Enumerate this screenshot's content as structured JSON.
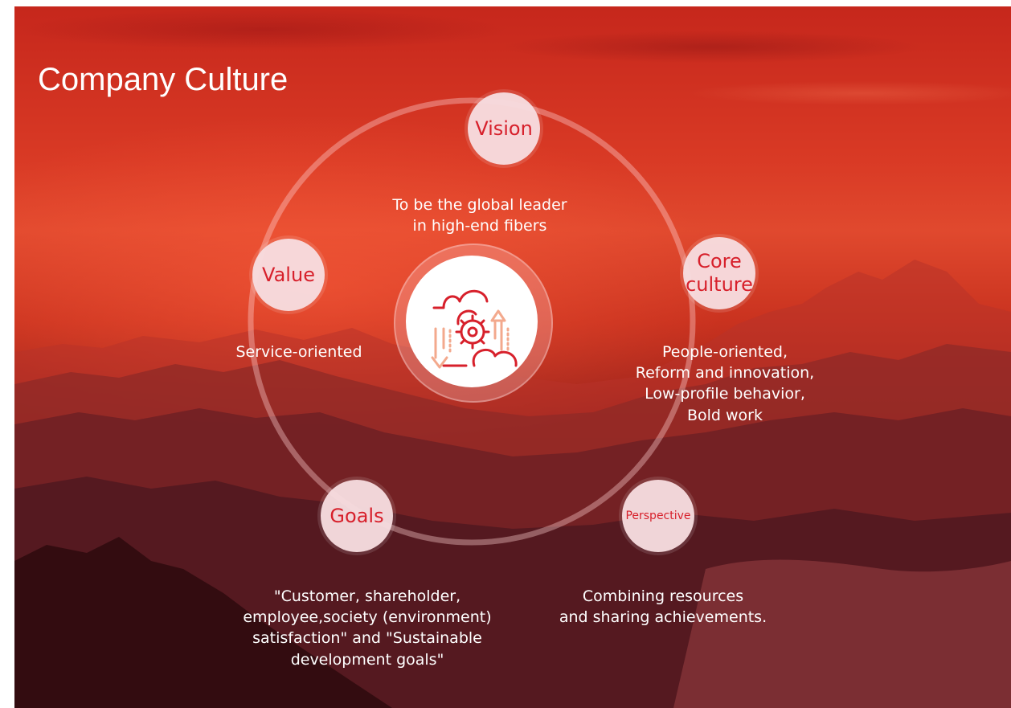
{
  "title": "Company Culture",
  "center": {
    "icon": "gear-cloud-arrows-icon"
  },
  "nodes": {
    "vision": {
      "label": "Vision",
      "text": "To be the global leader\nin high-end fibers"
    },
    "core": {
      "label": "Core\nculture",
      "text": "People-oriented,\nReform and innovation,\nLow-profile behavior,\nBold work"
    },
    "perspective": {
      "label": "Perspective",
      "text": "Combining resources\nand sharing achievements."
    },
    "goals": {
      "label": "Goals",
      "text": "\"Customer, shareholder,\nemployee,society (environment)\nsatisfaction\" and \"Sustainable\ndevelopment goals\""
    },
    "value": {
      "label": "Value",
      "text": "Service-oriented"
    }
  },
  "colors": {
    "accent": "#d7202b",
    "icon_light": "#f3a98d",
    "node_bg": "#f7dde0"
  }
}
